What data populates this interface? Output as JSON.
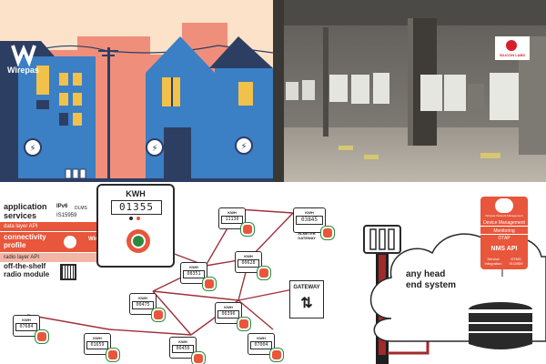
{
  "top_left": {
    "brand": "Wirepas"
  },
  "top_right": {
    "brand": "SILICON LABS"
  },
  "stack": {
    "app_services": "application services",
    "ipv6": "IPv6",
    "dlms": "DLMS",
    "std": "IS15959",
    "data_api": "data layer API",
    "connectivity": "connectivity profile",
    "wirepas": "Wirepas",
    "radio_api": "radio layer API",
    "radio_module": "off-the-shelf radio module"
  },
  "big_meter": {
    "label": "KWH",
    "reading": "01355"
  },
  "meters": [
    {
      "label": "KWH",
      "reading": "11130"
    },
    {
      "label": "KWH",
      "reading": "03845"
    },
    {
      "label": "KWH",
      "reading": "00628"
    },
    {
      "label": "KWH",
      "reading": "08351"
    },
    {
      "label": "KWH",
      "reading": "00475"
    },
    {
      "label": "KWH",
      "reading": "06396"
    },
    {
      "label": "KWH",
      "reading": "07684"
    },
    {
      "label": "KWH",
      "reading": "01659"
    },
    {
      "label": "KWH",
      "reading": "00456"
    },
    {
      "label": "KWH",
      "reading": "07004"
    }
  ],
  "meter_gateway": "IN-METER GATEWAY",
  "gateway": "GATEWAY",
  "cloud": {
    "text": "any head end system",
    "device_mgmt": "Device Management",
    "monitoring": "Monitoring",
    "otap": "OTAP",
    "nms_api": "NMS API",
    "service_integration": "Service Integration",
    "dtms": "DTMS IS15959",
    "badge": "Wirepas Network Management"
  },
  "colors": {
    "sky": "#fbe2c9",
    "salmon": "#ef8f7b",
    "navy": "#2d3e63",
    "blue": "#3b7fc4",
    "accent": "#e8563b",
    "lime": "#b7d25a",
    "yellow": "#f2c14a"
  }
}
